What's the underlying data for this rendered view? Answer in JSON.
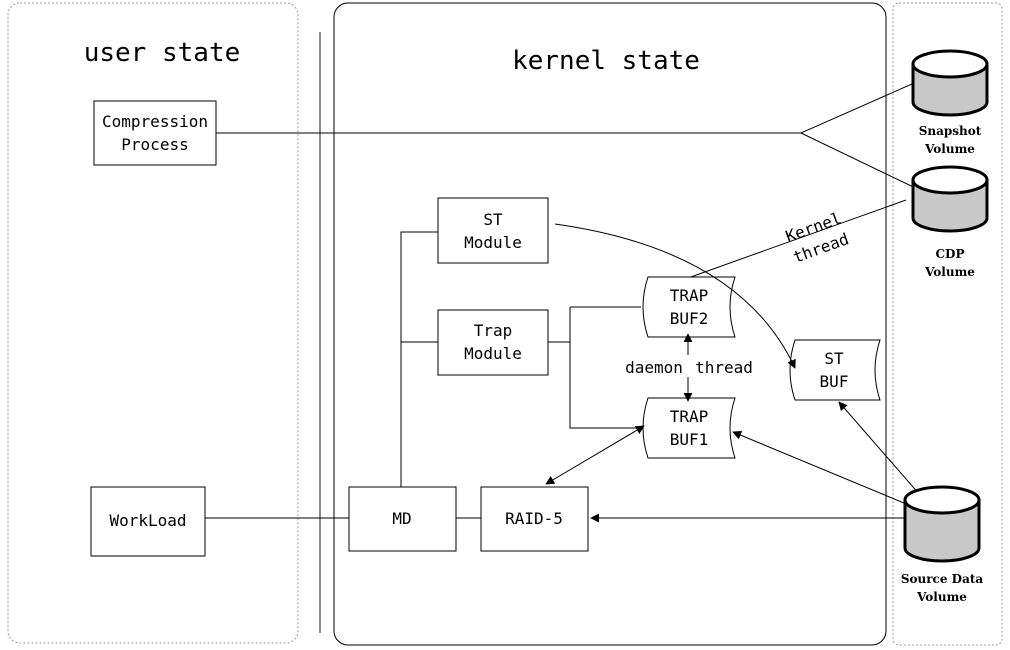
{
  "regions": {
    "user": "user state",
    "kernel": "kernel state"
  },
  "boxes": {
    "compression_line1": "Compression",
    "compression_line2": "Process",
    "workload": "WorkLoad",
    "st_module_line1": "ST",
    "st_module_line2": "Module",
    "trap_module_line1": "Trap",
    "trap_module_line2": "Module",
    "md": "MD",
    "raid5": "RAID-5"
  },
  "buffers": {
    "trap_buf2_line1": "TRAP",
    "trap_buf2_line2": "BUF2",
    "trap_buf1_line1": "TRAP",
    "trap_buf1_line2": "BUF1",
    "st_buf_line1": "ST",
    "st_buf_line2": "BUF"
  },
  "labels": {
    "kernel_thread_line1": "Kernel",
    "kernel_thread_line2": "thread",
    "daemon": "daemon",
    "thread": "thread"
  },
  "volumes": {
    "snapshot_line1": "Snapshot",
    "snapshot_line2": "Volume",
    "cdp_line1": "CDP",
    "cdp_line2": "Volume",
    "source_line1": "Source Data",
    "source_line2": "Volume"
  },
  "colors": {
    "line": "#000000",
    "disk_fill": "#c8c8c8",
    "region_border": "#999999"
  }
}
